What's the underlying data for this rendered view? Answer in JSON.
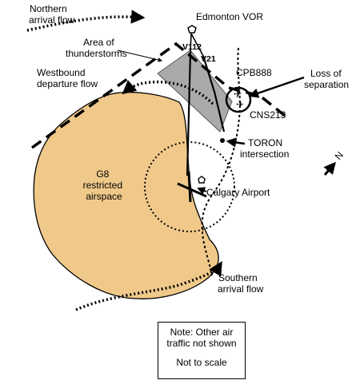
{
  "labels": {
    "northern_arrival": [
      "Northern",
      "arrival flow"
    ],
    "edmonton_vor": "Edmonton VOR",
    "thunderstorms": [
      "Area of",
      "thunderstorms"
    ],
    "westbound": [
      "Westbound",
      "departure flow"
    ],
    "v112": "V112",
    "v21": "V21",
    "cpb888": "CPB888",
    "loss_sep": [
      "Loss of",
      "separation"
    ],
    "cns213": "CNS213",
    "toron": [
      "TORON",
      "intersection"
    ],
    "g8": [
      "G8",
      "restricted",
      "airspace"
    ],
    "calgary": "Calgary Airport",
    "southern_arrival": [
      "Southern",
      "arrival flow"
    ],
    "north_arrow": "N"
  },
  "note": {
    "line1": "Note: Other air",
    "line2": "traffic not shown",
    "line3": "Not to scale"
  },
  "colors": {
    "restricted_fill": "#f0c98a",
    "thunderstorm_fill": "#aaaaaa",
    "ink": "#000000"
  }
}
